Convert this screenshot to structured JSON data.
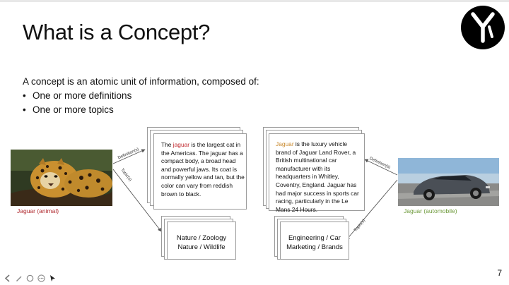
{
  "slide": {
    "title": "What is a Concept?",
    "page_number": "7"
  },
  "intro": {
    "lead": "A concept is an atomic unit of information, composed of:",
    "bullets": [
      {
        "marker": "•",
        "text": "One or more definitions"
      },
      {
        "marker": "•",
        "text": "One or more topics"
      }
    ]
  },
  "left": {
    "caption": "Jaguar (animal)",
    "caption_color": "#b02a2f",
    "definition": {
      "pre": "The ",
      "highlight": "jaguar",
      "post": " is the largest cat in the Americas. The jaguar has a compact body, a broad head and powerful jaws. Its coat is normally yellow and tan, but the color can vary from reddish brown to black."
    },
    "topics": [
      "Nature / Zoology",
      "Nature / Wildlife"
    ],
    "edge_definition": "Definition(s)",
    "edge_topics": "Topic(s)"
  },
  "right": {
    "caption": "Jaguar (automobile)",
    "caption_color": "#6e9a3c",
    "definition": {
      "pre": "",
      "highlight": "Jaguar",
      "post": " is the luxury vehicle brand of Jaguar Land Rover, a British multinational car manufacturer with its headquarters in Whitley, Coventry, England. Jaguar has had major success in sports car racing, particularly in the Le Mans 24 Hours."
    },
    "topics": [
      "Engineering / Car",
      "Marketing / Brands"
    ],
    "edge_definition": "Definition(s)",
    "edge_topics": "Topic(s)"
  },
  "toolbar": {
    "icons": [
      "arrow-left-icon",
      "pen-icon",
      "zoom-icon",
      "more-icon",
      "cursor-icon"
    ]
  },
  "colors": {
    "highlight_red": "#c0282d",
    "highlight_orange": "#c98a2f",
    "card_border": "#9a9a9a"
  }
}
